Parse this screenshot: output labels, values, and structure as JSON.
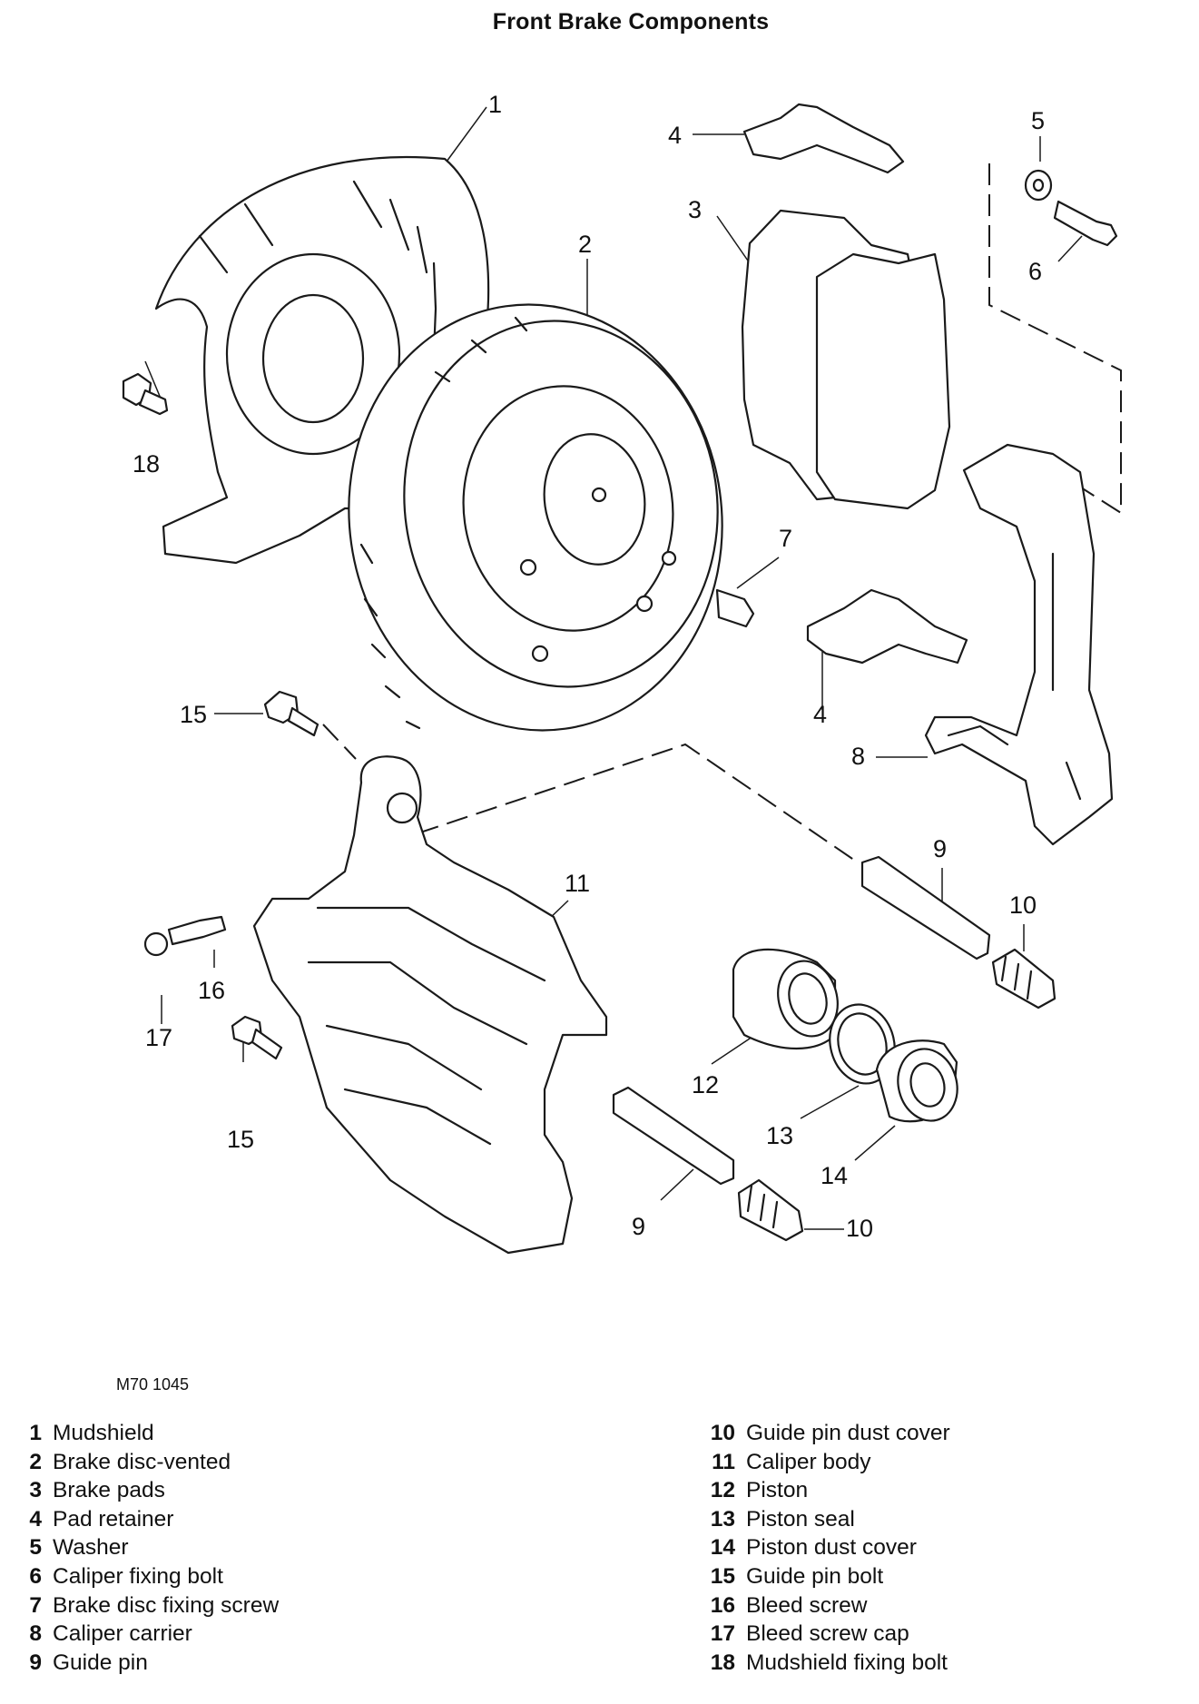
{
  "title": "Front Brake Components",
  "figure_code": "M70 1045",
  "callouts": [
    {
      "id": "c1",
      "text": "1"
    },
    {
      "id": "c2",
      "text": "2"
    },
    {
      "id": "c3",
      "text": "3"
    },
    {
      "id": "c4a",
      "text": "4"
    },
    {
      "id": "c4b",
      "text": "4"
    },
    {
      "id": "c5",
      "text": "5"
    },
    {
      "id": "c6",
      "text": "6"
    },
    {
      "id": "c7",
      "text": "7"
    },
    {
      "id": "c8",
      "text": "8"
    },
    {
      "id": "c9a",
      "text": "9"
    },
    {
      "id": "c9b",
      "text": "9"
    },
    {
      "id": "c10a",
      "text": "10"
    },
    {
      "id": "c10b",
      "text": "10"
    },
    {
      "id": "c11",
      "text": "11"
    },
    {
      "id": "c12",
      "text": "12"
    },
    {
      "id": "c13",
      "text": "13"
    },
    {
      "id": "c14",
      "text": "14"
    },
    {
      "id": "c15a",
      "text": "15"
    },
    {
      "id": "c15b",
      "text": "15"
    },
    {
      "id": "c16",
      "text": "16"
    },
    {
      "id": "c17",
      "text": "17"
    },
    {
      "id": "c18",
      "text": "18"
    }
  ],
  "legend": [
    {
      "num": "1",
      "label": "Mudshield"
    },
    {
      "num": "2",
      "label": "Brake disc-vented"
    },
    {
      "num": "3",
      "label": "Brake pads"
    },
    {
      "num": "4",
      "label": "Pad retainer"
    },
    {
      "num": "5",
      "label": "Washer"
    },
    {
      "num": "6",
      "label": "Caliper fixing bolt"
    },
    {
      "num": "7",
      "label": "Brake disc fixing screw"
    },
    {
      "num": "8",
      "label": "Caliper carrier"
    },
    {
      "num": "9",
      "label": "Guide pin"
    },
    {
      "num": "10",
      "label": "Guide pin dust cover"
    },
    {
      "num": "11",
      "label": "Caliper body"
    },
    {
      "num": "12",
      "label": "Piston"
    },
    {
      "num": "13",
      "label": "Piston seal"
    },
    {
      "num": "14",
      "label": "Piston dust cover"
    },
    {
      "num": "15",
      "label": "Guide pin bolt"
    },
    {
      "num": "16",
      "label": "Bleed screw"
    },
    {
      "num": "17",
      "label": "Bleed screw cap"
    },
    {
      "num": "18",
      "label": "Mudshield fixing bolt"
    }
  ]
}
